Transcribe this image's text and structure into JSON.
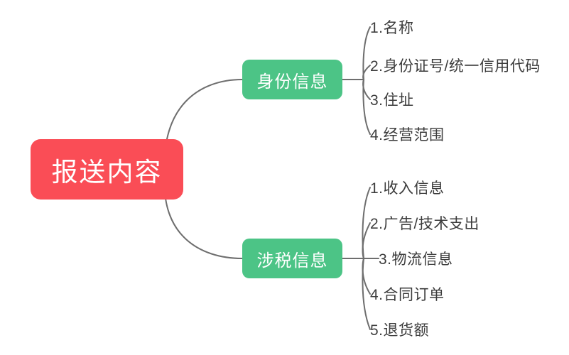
{
  "diagram": {
    "type": "mindmap",
    "orientation": "left-to-right",
    "background_color": "#ffffff",
    "connector_color": "#6e6e6e",
    "root": {
      "label": "报送内容",
      "fill_color": "#fa4d56",
      "text_color": "#ffffff"
    },
    "branches": [
      {
        "id": "identity",
        "label": "身份信息",
        "fill_color": "#4cc486",
        "text_color": "#ffffff",
        "leaves": [
          {
            "label": "1.名称"
          },
          {
            "label": "2.身份证号/统一信用代码"
          },
          {
            "label": "3.住址"
          },
          {
            "label": "4.经营范围"
          }
        ]
      },
      {
        "id": "tax",
        "label": "涉税信息",
        "fill_color": "#4cc486",
        "text_color": "#ffffff",
        "leaves": [
          {
            "label": "1.收入信息"
          },
          {
            "label": "2.广告/技术支出"
          },
          {
            "label": "3.物流信息"
          },
          {
            "label": "4.合同订单"
          },
          {
            "label": "5.退货额"
          }
        ]
      }
    ],
    "leaf_text_color": "#3c3c3c"
  }
}
